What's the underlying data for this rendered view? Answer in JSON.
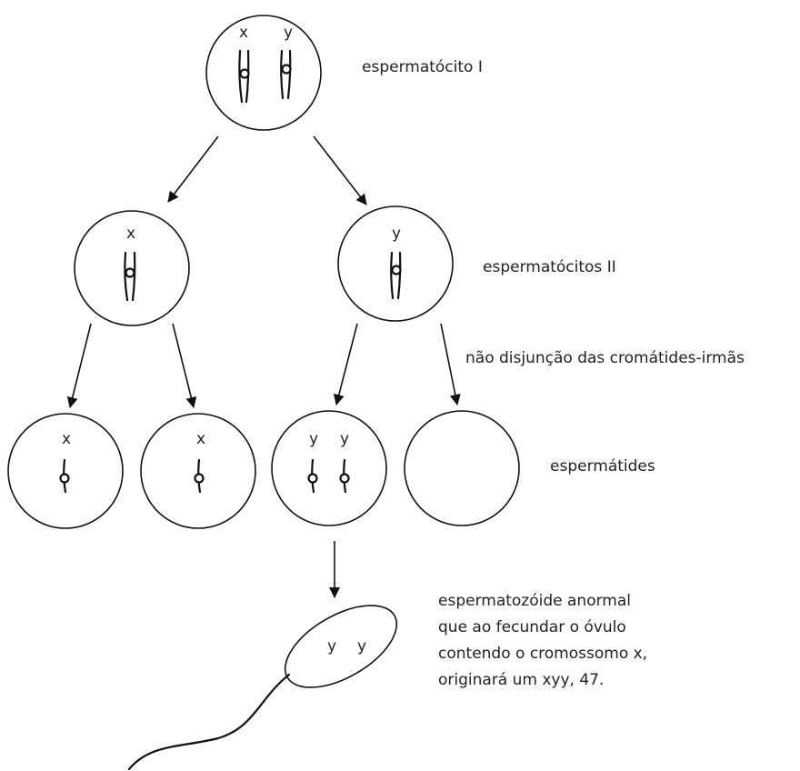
{
  "labels": {
    "primary": "espermatócito I",
    "secondary": "espermatócitos II",
    "nondisjunction": "não disjunção das cromátides-irmãs",
    "spermatids": "espermátides",
    "sperm_line1": "espermatozóide anormal",
    "sperm_line2": "que ao fecundar o óvulo",
    "sperm_line3": "contendo o cromossomo x,",
    "sperm_line4": "originará um xyy, 47."
  },
  "chromosomes": {
    "top_x": "x",
    "top_y": "y",
    "left_x": "x",
    "right_y": "y",
    "sp1_x": "x",
    "sp2_x": "x",
    "sp3_y1": "y",
    "sp3_y2": "y",
    "sperm_y1": "y",
    "sperm_y2": "y"
  }
}
